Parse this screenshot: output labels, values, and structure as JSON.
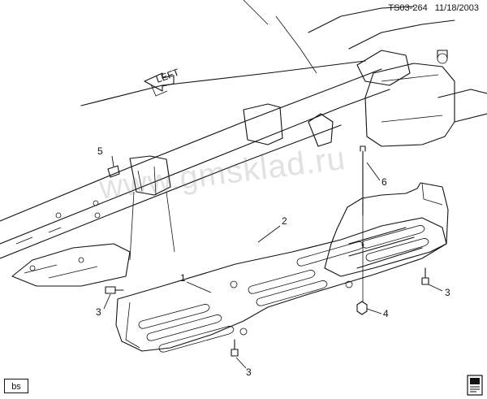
{
  "header": {
    "code": "TS03-264",
    "date": "11/18/2003"
  },
  "watermark": "www.gmsklad.ru",
  "direction_arrow_label": "LEFT",
  "callouts": [
    "1",
    "2",
    "3",
    "3",
    "3",
    "4",
    "5",
    "6"
  ],
  "corner_tag": "bs",
  "icons": [
    "direction-arrow-icon",
    "manual-book-icon"
  ]
}
